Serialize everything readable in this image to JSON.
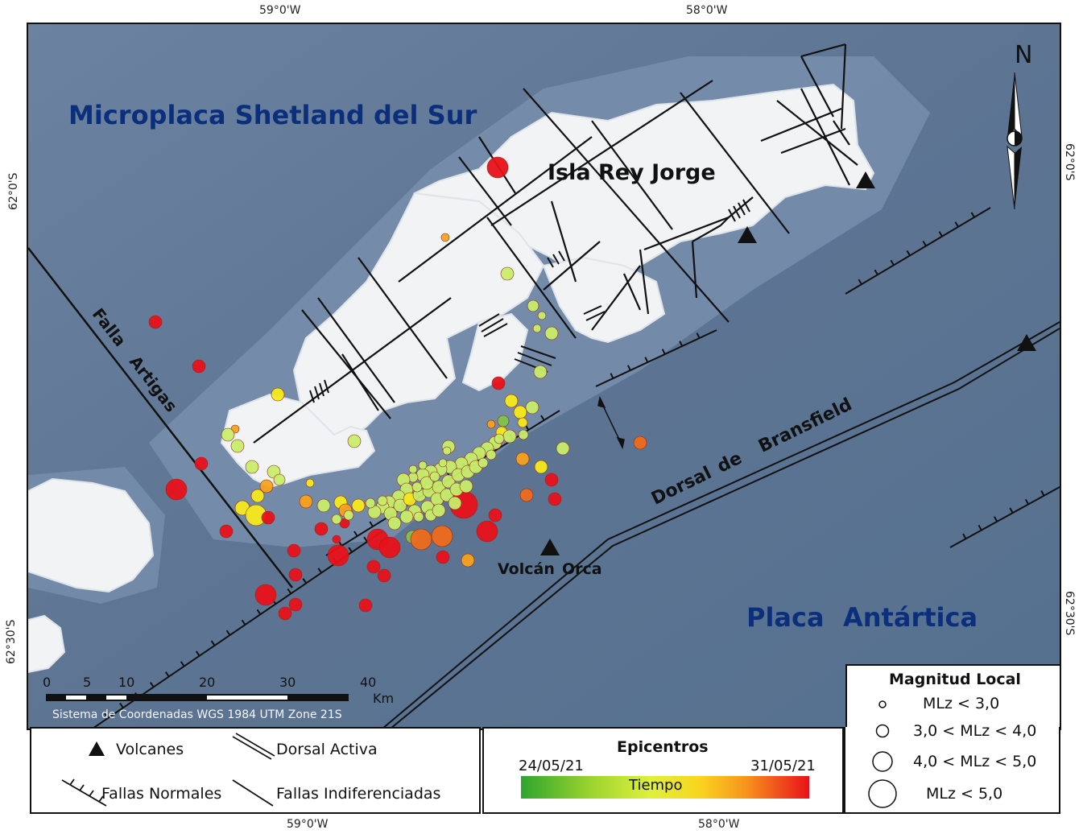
{
  "coords": {
    "top_left": "59°0'W",
    "top_right": "58°0'W",
    "bottom_left": "59°0'W",
    "bottom_right": "58°0'W",
    "left_top": "62°0'S",
    "left_bottom": "62°30'S",
    "right_top": "62°0'S",
    "right_bottom": "62°30'S"
  },
  "map": {
    "plate_sur": "Microplaca Shetland del Sur",
    "island": "Isla Rey Jorge",
    "falla_word1": "Falla",
    "falla_word2": "Artigas",
    "dorsal_word1": "Dorsal",
    "dorsal_word2": "de",
    "dorsal_word3": "Bransfield",
    "volcan_word1": "Volcán",
    "volcan_word2": "Orca",
    "placa_word1": "Placa",
    "placa_word2": "Antártica",
    "north": "N",
    "coord_system": "Sistema de Coordenadas WGS 1984 UTM Zone 21S",
    "scale_labels": [
      "0",
      "5",
      "10",
      "20",
      "30",
      "40"
    ],
    "scale_unit": "Km"
  },
  "legend": {
    "volcanes": "Volcanes",
    "dorsal_activa": "Dorsal Activa",
    "fallas_normales": "Fallas Normales",
    "fallas_indif": "Fallas Indiferenciadas"
  },
  "epicentros": {
    "title": "Epicentros",
    "start": "24/05/21",
    "end": "31/05/21",
    "axis": "Tiempo"
  },
  "magnitud": {
    "title": "Magnitud Local",
    "items": [
      "MLz < 3,0",
      "3,0 < MLz < 4,0",
      "4,0 < MLz < 5,0",
      "MLz < 5,0"
    ]
  },
  "colors": {
    "ocean": "#5f7796",
    "land": "#f1f3f4",
    "text_blue": "#0b2f7a",
    "t_start": "#2fa52f",
    "t_mid": "#d8ef3a",
    "t_late": "#f7941d",
    "t_end": "#e8111a"
  }
}
